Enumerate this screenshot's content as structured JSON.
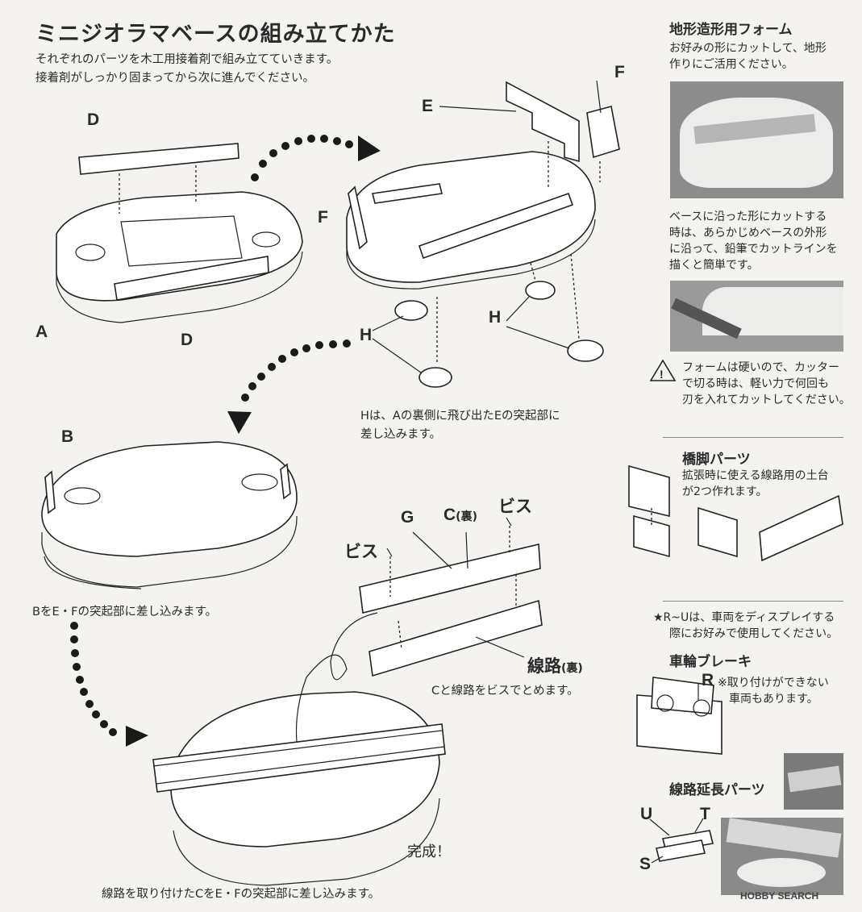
{
  "title": "ミニジオラマベースの組み立てかた",
  "intro": [
    "それぞれのパーツを木工用接着剤で組み立てていきます。",
    "接着剤がしっかり固まってから次に進んでください。"
  ],
  "labels": {
    "A": "A",
    "B": "B",
    "D": "D",
    "E": "E",
    "F": "F",
    "H": "H",
    "G": "G",
    "C_back": "C",
    "C_back_suffix": "(裏)",
    "screw": "ビス",
    "track_back": "線路",
    "track_back_suffix": "(裏)",
    "R": "R",
    "S": "S",
    "T": "T",
    "U": "U"
  },
  "captions": {
    "h_insert": [
      "Hは、Aの裏側に飛び出たEの突起部に",
      "差し込みます。"
    ],
    "b_insert": "BをE・Fの突起部に差し込みます。",
    "c_screw": "Cと線路をビスでとめます。",
    "complete": "完成！",
    "final": "線路を取り付けたCをE・Fの突起部に差し込みます。"
  },
  "sidebar": {
    "foam": {
      "title": "地形造形用フォーム",
      "desc": [
        "お好みの形にカットして、地形",
        "作りにご活用ください。"
      ],
      "cut_desc": [
        "ベースに沿った形にカットする",
        "時は、あらかじめベースの外形",
        "に沿って、鉛筆でカットラインを",
        "描くと簡単です。"
      ],
      "warning": [
        "フォームは硬いので、カッター",
        "で切る時は、軽い力で何回も",
        "刃を入れてカットしてください。"
      ]
    },
    "pier": {
      "title": "橋脚パーツ",
      "desc": [
        "拡張時に使える線路用の土台",
        "が2つ作れます。"
      ]
    },
    "display_note": [
      "★R~Uは、車両をディスプレイする",
      "際にお好みで使用してください。"
    ],
    "brake": {
      "title": "車輪ブレーキ",
      "note": [
        "※取り付けができない",
        "車両もあります。"
      ]
    },
    "extension": {
      "title": "線路延長パーツ"
    }
  },
  "watermark": "HOBBY SEARCH"
}
